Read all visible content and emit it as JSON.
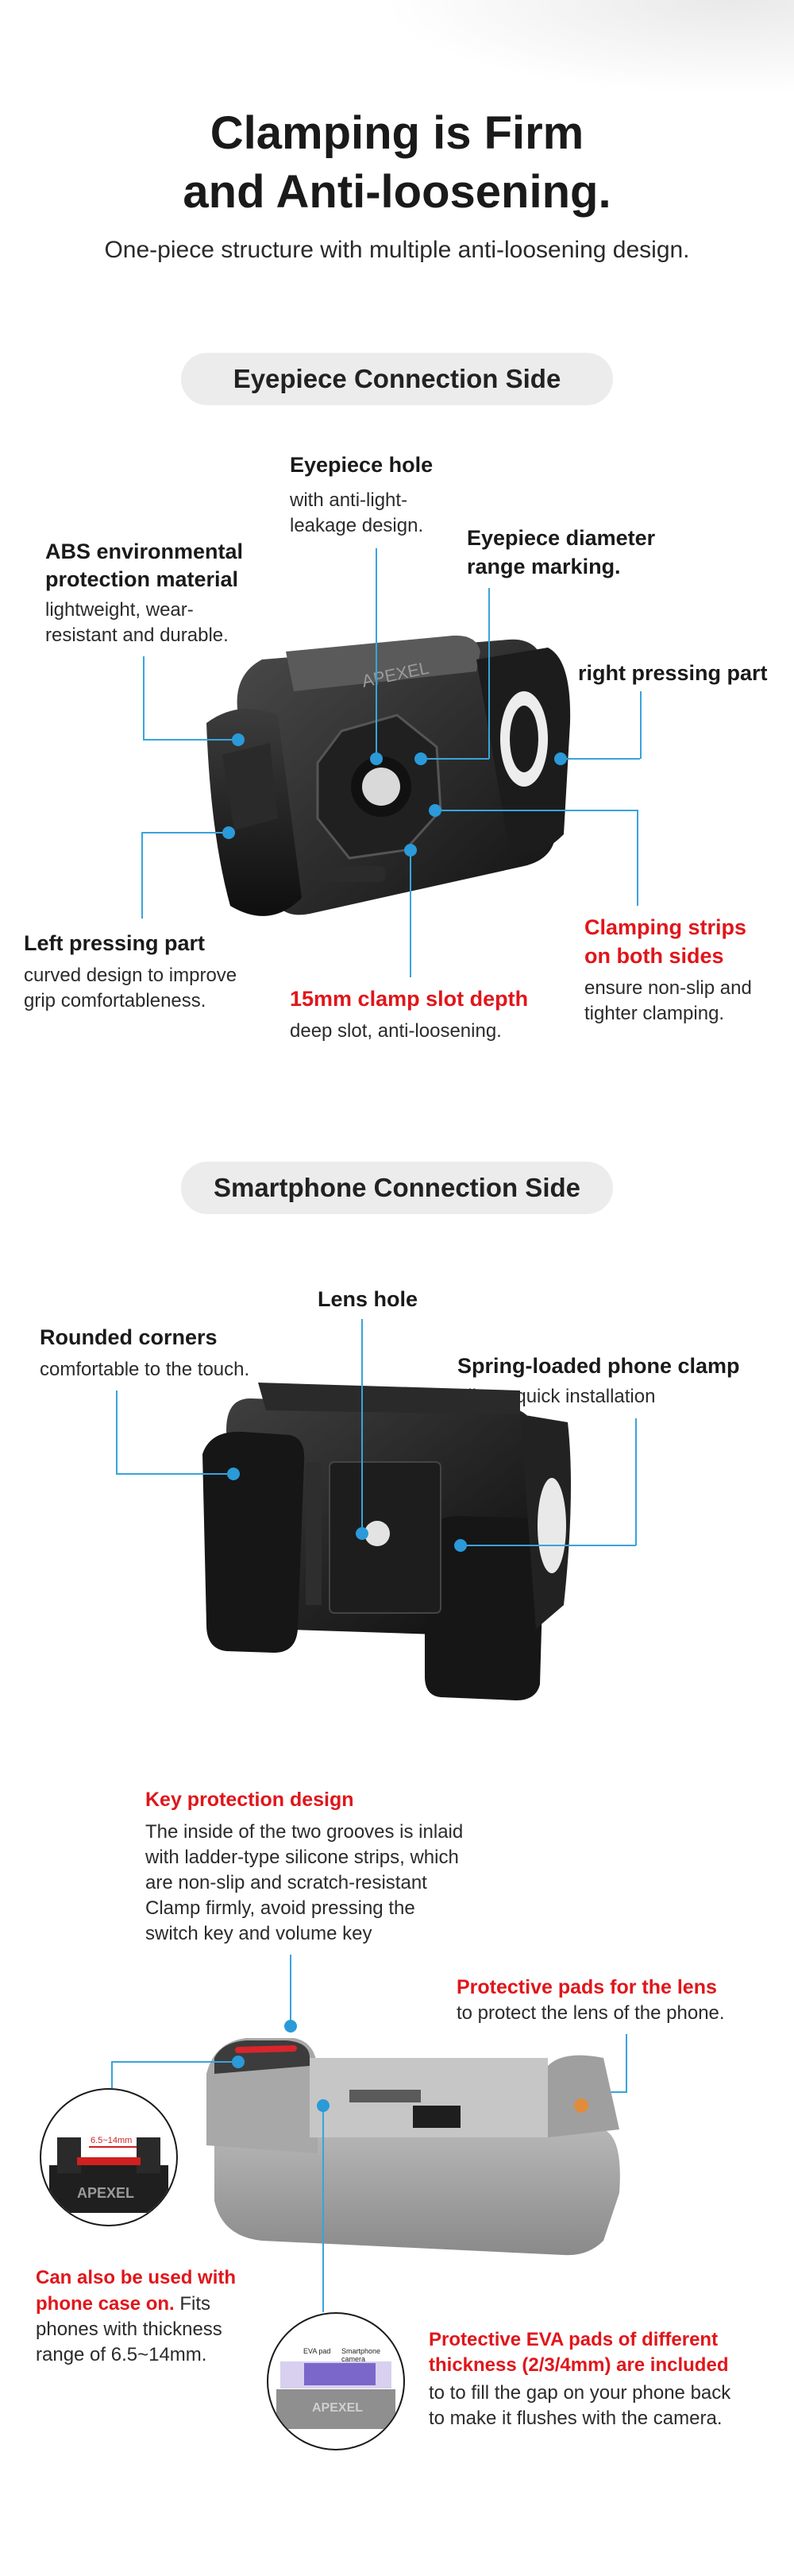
{
  "header": {
    "title_line1": "Clamping is Firm",
    "title_line2": "and Anti-loosening.",
    "subtitle": "One-piece structure with multiple anti-loosening design."
  },
  "eyepiece_side": {
    "section_title": "Eyepiece Connection Side",
    "callouts": {
      "eyepiece_hole": {
        "label": "Eyepiece hole",
        "desc_l1": "with anti-light-",
        "desc_l2": "leakage design."
      },
      "abs_material": {
        "label_l1": "ABS environmental",
        "label_l2": "protection material",
        "desc_l1": "lightweight, wear-",
        "desc_l2": "resistant and durable."
      },
      "diameter_marking": {
        "label_l1": "Eyepiece diameter",
        "label_l2": "range marking."
      },
      "right_pressing": {
        "label": "right pressing part"
      },
      "left_pressing": {
        "label": "Left pressing part",
        "desc_l1": "curved design to improve",
        "desc_l2": "grip comfortableness."
      },
      "slot_depth": {
        "label": "15mm clamp slot depth",
        "desc": "deep slot, anti-loosening."
      },
      "clamping_strips": {
        "label_l1": "Clamping strips",
        "label_l2": "on both sides",
        "desc_l1": "ensure non-slip and",
        "desc_l2": "tighter clamping."
      }
    },
    "brand_mark": "APEXEL"
  },
  "smartphone_side": {
    "section_title": "Smartphone Connection Side",
    "callouts": {
      "lens_hole": {
        "label": "Lens hole"
      },
      "rounded_corners": {
        "label": "Rounded corners",
        "desc": "comfortable to the touch."
      },
      "spring_clamp": {
        "label": "Spring-loaded phone clamp",
        "desc": "allows quick installation"
      }
    }
  },
  "protection": {
    "key_protection": {
      "label": "Key protection design",
      "desc_l1": "The inside of the two grooves is inlaid",
      "desc_l2": "with ladder-type silicone strips, which",
      "desc_l3": "are non-slip and scratch-resistant",
      "desc_l4": "Clamp firmly, avoid pressing the",
      "desc_l5": "switch key and volume key"
    },
    "lens_pads": {
      "label": "Protective pads for the lens",
      "desc": "to protect the lens of the phone."
    },
    "phone_case": {
      "label_l1": "Can also be used with",
      "label_l2": "phone case on.",
      "desc_tail": " Fits",
      "desc_l2": "phones with thickness",
      "desc_l3": "range of 6.5~14mm."
    },
    "eva_pads": {
      "label_l1": "Protective EVA pads of different",
      "label_l2": "thickness (2/3/4mm) are included",
      "desc_l1": "to  to fill the gap on your phone back",
      "desc_l2": "to make it flushes with the camera."
    },
    "inset_left": {
      "measure": "6.5~14mm",
      "brand": "APEXEL"
    },
    "inset_right": {
      "tag1": "EVA pad",
      "tag2": "Smartphone camera",
      "brand": "APEXEL"
    }
  },
  "colors": {
    "accent_red": "#e0161b",
    "callout_blue": "#3aa3dc",
    "pill_gray": "#ececec"
  }
}
